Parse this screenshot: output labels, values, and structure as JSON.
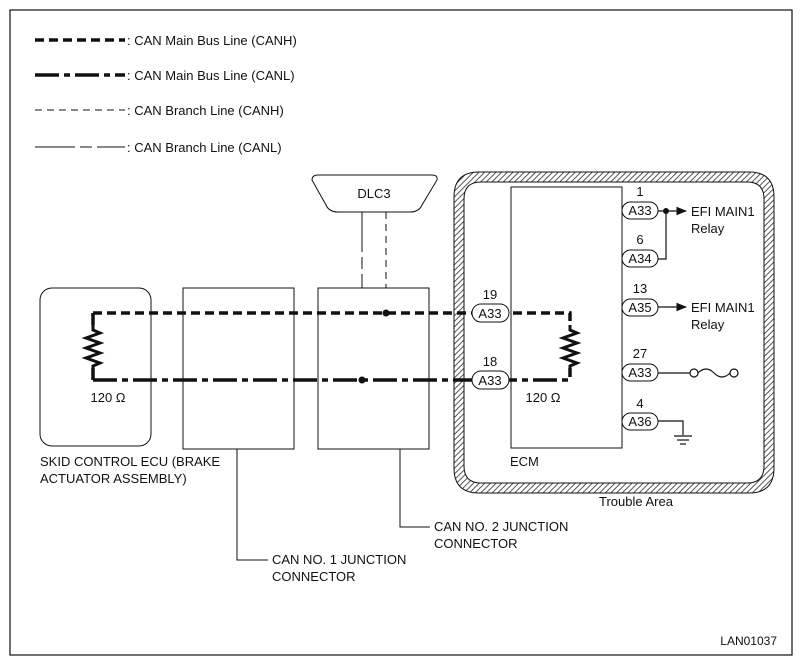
{
  "legend": [
    {
      "style": "canh-main",
      "label": ": CAN Main Bus Line (CANH)"
    },
    {
      "style": "canl-main",
      "label": ": CAN Main Bus Line (CANL)"
    },
    {
      "style": "canh-branch",
      "label": ": CAN Branch Line (CANH)"
    },
    {
      "style": "canl-branch",
      "label": ": CAN Branch Line (CANL)"
    }
  ],
  "dlc": "DLC3",
  "skid": {
    "resistor": "120 Ω",
    "label_line1": "SKID CONTROL ECU (BRAKE",
    "label_line2": "ACTUATOR ASSEMBLY)"
  },
  "jc1": {
    "line1": "CAN NO. 1 JUNCTION",
    "line2": "CONNECTOR"
  },
  "jc2": {
    "line1": "CAN NO. 2 JUNCTION",
    "line2": "CONNECTOR"
  },
  "ecm": {
    "label": "ECM",
    "resistor": "120 Ω",
    "can_pins": [
      {
        "pin": "19",
        "conn": "A33"
      },
      {
        "pin": "18",
        "conn": "A33"
      }
    ],
    "right_pins": [
      {
        "pin": "1",
        "conn": "A33"
      },
      {
        "pin": "6",
        "conn": "A34"
      },
      {
        "pin": "13",
        "conn": "A35"
      },
      {
        "pin": "27",
        "conn": "A33"
      },
      {
        "pin": "4",
        "conn": "A36"
      }
    ],
    "relay1_line1": "EFI MAIN1",
    "relay1_line2": "Relay",
    "relay2_line1": "EFI MAIN1",
    "relay2_line2": "Relay"
  },
  "trouble_area": "Trouble Area",
  "figure_code": "LAN01037",
  "colors": {
    "line": "#111111",
    "hatch": "#555555"
  }
}
